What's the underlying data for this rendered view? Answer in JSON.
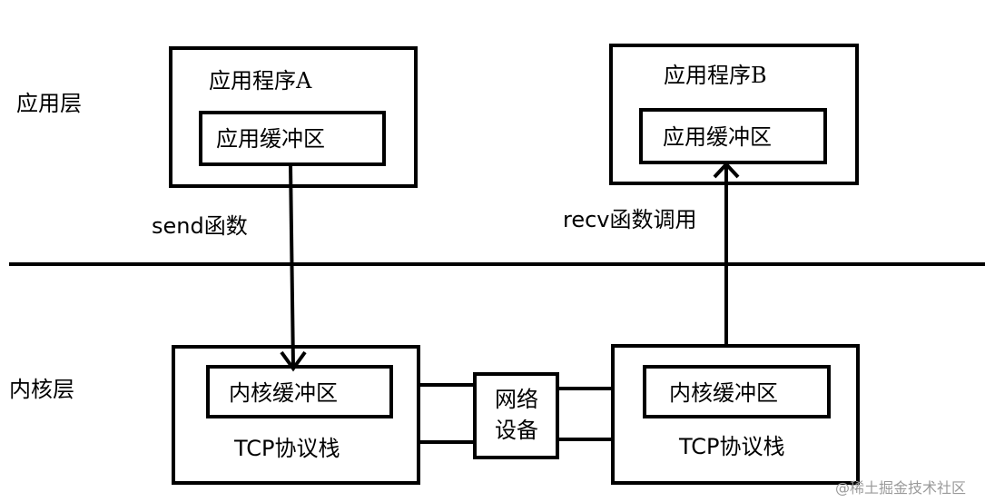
{
  "layers": {
    "application": "应用层",
    "kernel": "内核层"
  },
  "app_a": {
    "title": "应用程序A",
    "buffer": "应用缓冲区"
  },
  "app_b": {
    "title": "应用程序B",
    "buffer": "应用缓冲区"
  },
  "kernel_a": {
    "buffer": "内核缓冲区",
    "stack": "TCP协议栈"
  },
  "kernel_b": {
    "buffer": "内核缓冲区",
    "stack": "TCP协议栈"
  },
  "network": {
    "line1": "网络",
    "line2": "设备"
  },
  "calls": {
    "send": "send函数",
    "recv": "recv函数调用"
  },
  "watermark": "@稀土掘金技术社区"
}
